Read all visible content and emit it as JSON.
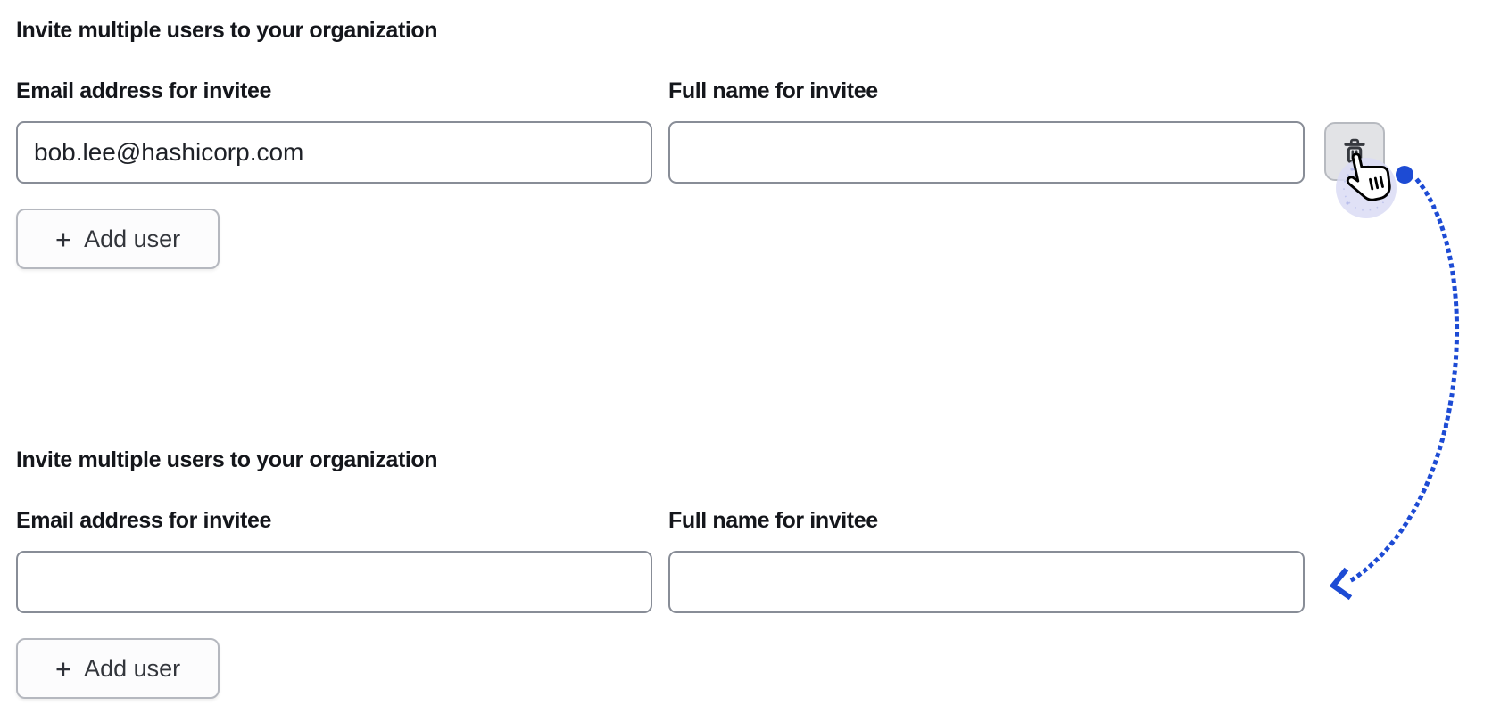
{
  "colors": {
    "arrow_blue": "#1d4bd4",
    "halo_lavender": "#dadcf4",
    "input_border": "#888d97",
    "trash_button_bg": "#e2e3e6"
  },
  "sections": [
    {
      "heading": "Invite multiple users to your organization",
      "email_field": {
        "label": "Email address for invitee",
        "value": "bob.lee@hashicorp.com"
      },
      "name_field": {
        "label": "Full name for invitee",
        "value": ""
      },
      "add_button_label": "Add user",
      "add_button_icon": "plus-icon",
      "delete_button_icon": "trash-icon"
    },
    {
      "heading": "Invite multiple users to your organization",
      "email_field": {
        "label": "Email address for invitee",
        "value": ""
      },
      "name_field": {
        "label": "Full name for invitee",
        "value": ""
      },
      "add_button_label": "Add user",
      "add_button_icon": "plus-icon"
    }
  ],
  "annotation": {
    "plus_glyph": "+",
    "cursor_icon": "pointer-hand-cursor",
    "arrow_icon": "dotted-curved-arrow",
    "arrow_color": "#1d4bd4"
  }
}
